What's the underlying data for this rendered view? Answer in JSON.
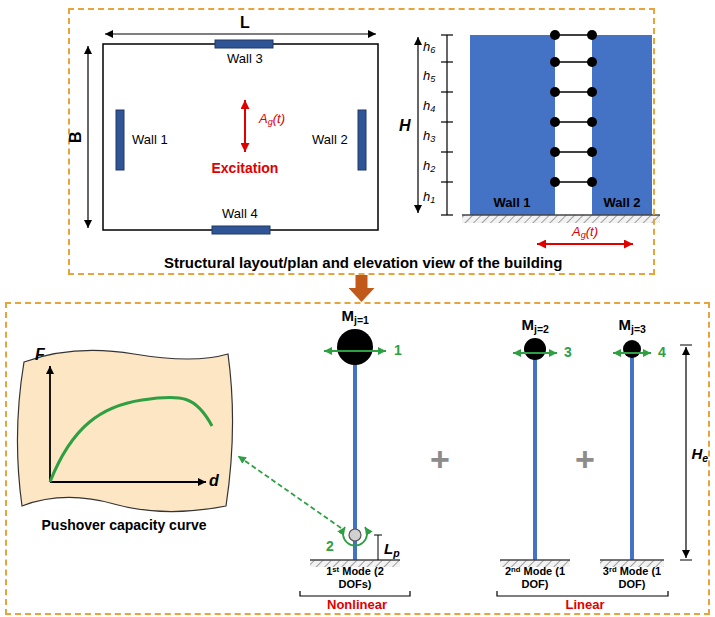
{
  "diagram": {
    "nodes": [
      {
        "text": [
          "Structural layout/plan and elevation view of the building"
        ]
      },
      {
        "text": [
          "Nonlinear",
          "Linear"
        ]
      },
      {
        "text": [
          "F",
          "d",
          "Pushover capacity curve"
        ],
        "in": 1
      }
    ],
    "edges": [
      {
        "from": 0,
        "to": 1,
        "arrow": "to"
      }
    ],
    "labels": [
      "L",
      "B",
      "Wall 3",
      "Wall 1",
      "Wall 2",
      "Wall 4",
      "Ag(t)",
      "Excitation",
      "h6",
      "h5",
      "h4",
      "h3",
      "h2",
      "h1",
      "H",
      "Wall 1",
      "Wall 2",
      "Ag(t)",
      "Mj=1",
      "Mj=2",
      "Mj=3",
      "1",
      "2",
      "3",
      "4",
      "Lp",
      "He",
      "+",
      "+",
      "1st Mode (2 DOFs)",
      "2nd Mode (1 DOF)",
      "3rd Mode (1 DOF)"
    ]
  }
}
